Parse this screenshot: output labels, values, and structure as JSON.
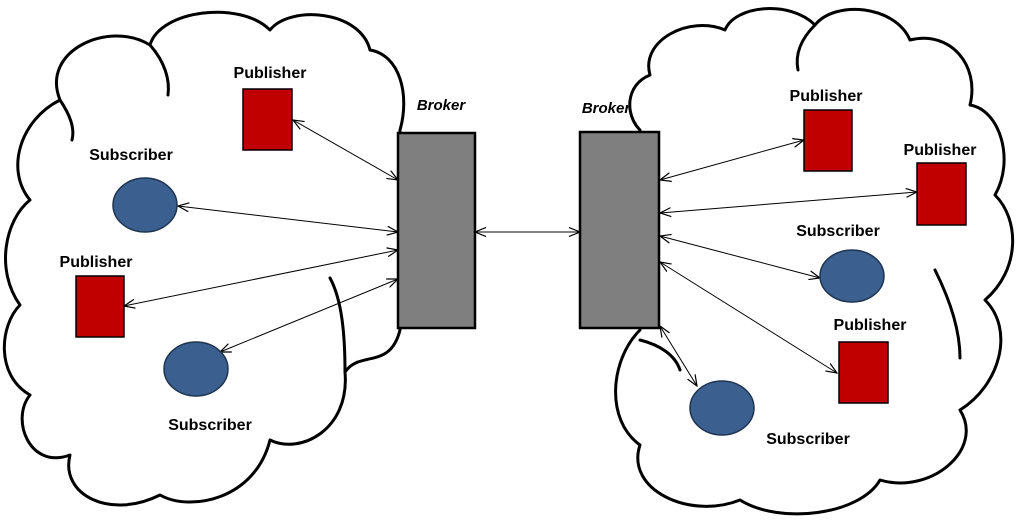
{
  "labels": {
    "publisher": "Publisher",
    "subscriber": "Subscriber",
    "broker": "Broker"
  },
  "colors": {
    "publisher_fill": "#c00000",
    "subscriber_fill": "#3b5f8f",
    "broker_fill": "#7f7f7f",
    "outline": "#000000"
  }
}
